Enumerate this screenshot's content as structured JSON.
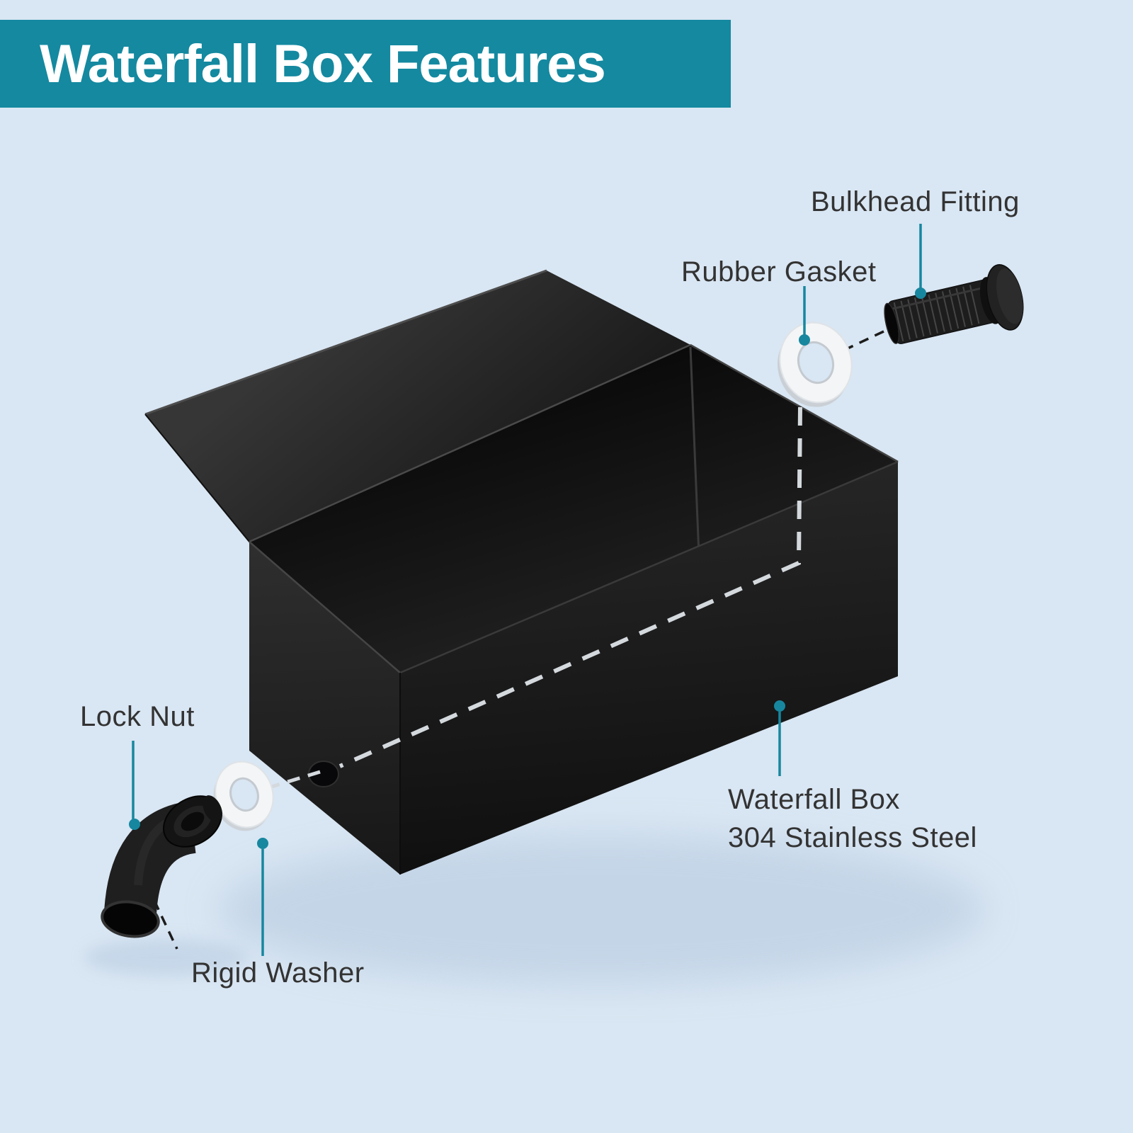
{
  "title": "Waterfall Box Features",
  "callouts": {
    "bulkhead_fitting": "Bulkhead Fitting",
    "rubber_gasket": "Rubber Gasket",
    "lock_nut": "Lock Nut",
    "rigid_washer": "Rigid Washer",
    "waterfall_box": [
      "Waterfall Box",
      "304 Stainless Steel"
    ]
  },
  "colors": {
    "background": "#d9e6f3",
    "banner": "#1489a0",
    "banner_text": "#ffffff",
    "label_text": "#333333",
    "leader_line": "#17879f",
    "gasket_white": "#f3f5f6",
    "box_metal": "#1d1d1d"
  }
}
